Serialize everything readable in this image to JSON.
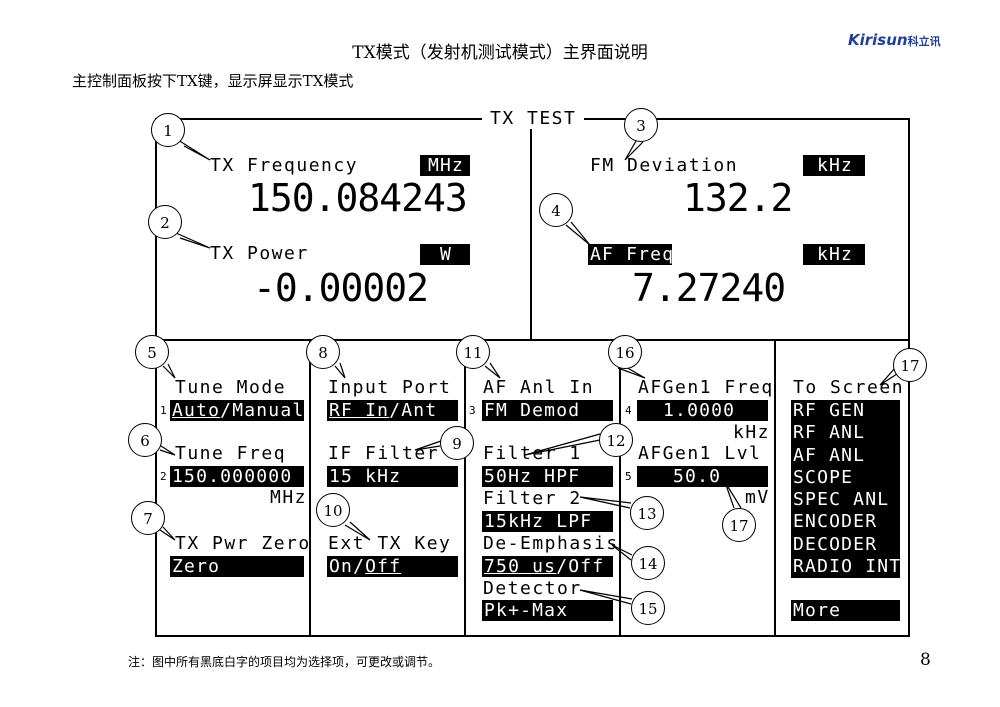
{
  "doc": {
    "title": "TX模式（发射机测试模式）主界面说明",
    "subtitle": "主控制面板按下TX键，显示屏显示TX模式",
    "note": "注：图中所有黑底白字的项目均为选择项，可更改或调节。",
    "page_number": "8",
    "logo_text": "Kirisun",
    "logo_cn": "科立讯"
  },
  "screen": {
    "title": "TX TEST",
    "tx_frequency": {
      "label": "TX Frequency",
      "unit": "MHz",
      "value": "150.084243"
    },
    "tx_power": {
      "label": "TX Power",
      "unit": "W",
      "value": "-0.00002"
    },
    "fm_deviation": {
      "label": "FM Deviation",
      "unit": "kHz",
      "value": "132.2"
    },
    "af_freq": {
      "label": "AF Freq",
      "unit": "kHz",
      "value": "7.27240"
    },
    "tune_mode": {
      "index": "1",
      "label": "Tune Mode",
      "sel": "Auto",
      "rest": "/Manual"
    },
    "tune_freq": {
      "index": "2",
      "label": "Tune Freq",
      "value": "150.000000",
      "unit": "MHz"
    },
    "tx_pwr_zero": {
      "label": "TX Pwr Zero",
      "value": "Zero"
    },
    "input_port": {
      "label": "Input Port",
      "sel": "RF In",
      "rest": "/Ant"
    },
    "if_filter": {
      "label": "IF Filter",
      "value": "15 kHz"
    },
    "ext_tx_key": {
      "label": "Ext TX Key",
      "pre": "On/",
      "sel": "Off"
    },
    "af_anl_in": {
      "index": "3",
      "label": "AF Anl In",
      "value": "FM Demod"
    },
    "filter1": {
      "label": "Filter 1",
      "value": "50Hz HPF"
    },
    "filter2": {
      "label": "Filter 2",
      "value": "15kHz LPF"
    },
    "de_emphasis": {
      "label": "De-Emphasis",
      "sel": "750 us",
      "rest": "/Off"
    },
    "detector": {
      "label": "Detector",
      "value": "Pk+-Max"
    },
    "afgen1_freq": {
      "index": "4",
      "label": "AFGen1 Freq",
      "value": "1.0000",
      "unit": "kHz"
    },
    "afgen1_lvl": {
      "index": "5",
      "label": "AFGen1 Lvl",
      "value": "50.0",
      "unit": "mV"
    },
    "to_screen": {
      "label": "To Screen",
      "items": [
        "RF GEN",
        "RF ANL",
        "AF ANL",
        "SCOPE",
        "SPEC ANL",
        "ENCODER",
        "DECODER",
        "RADIO INT"
      ],
      "more": "More"
    }
  },
  "callouts": [
    "1",
    "2",
    "3",
    "4",
    "5",
    "6",
    "7",
    "8",
    "9",
    "10",
    "11",
    "12",
    "13",
    "14",
    "15",
    "16",
    "17",
    "17"
  ]
}
